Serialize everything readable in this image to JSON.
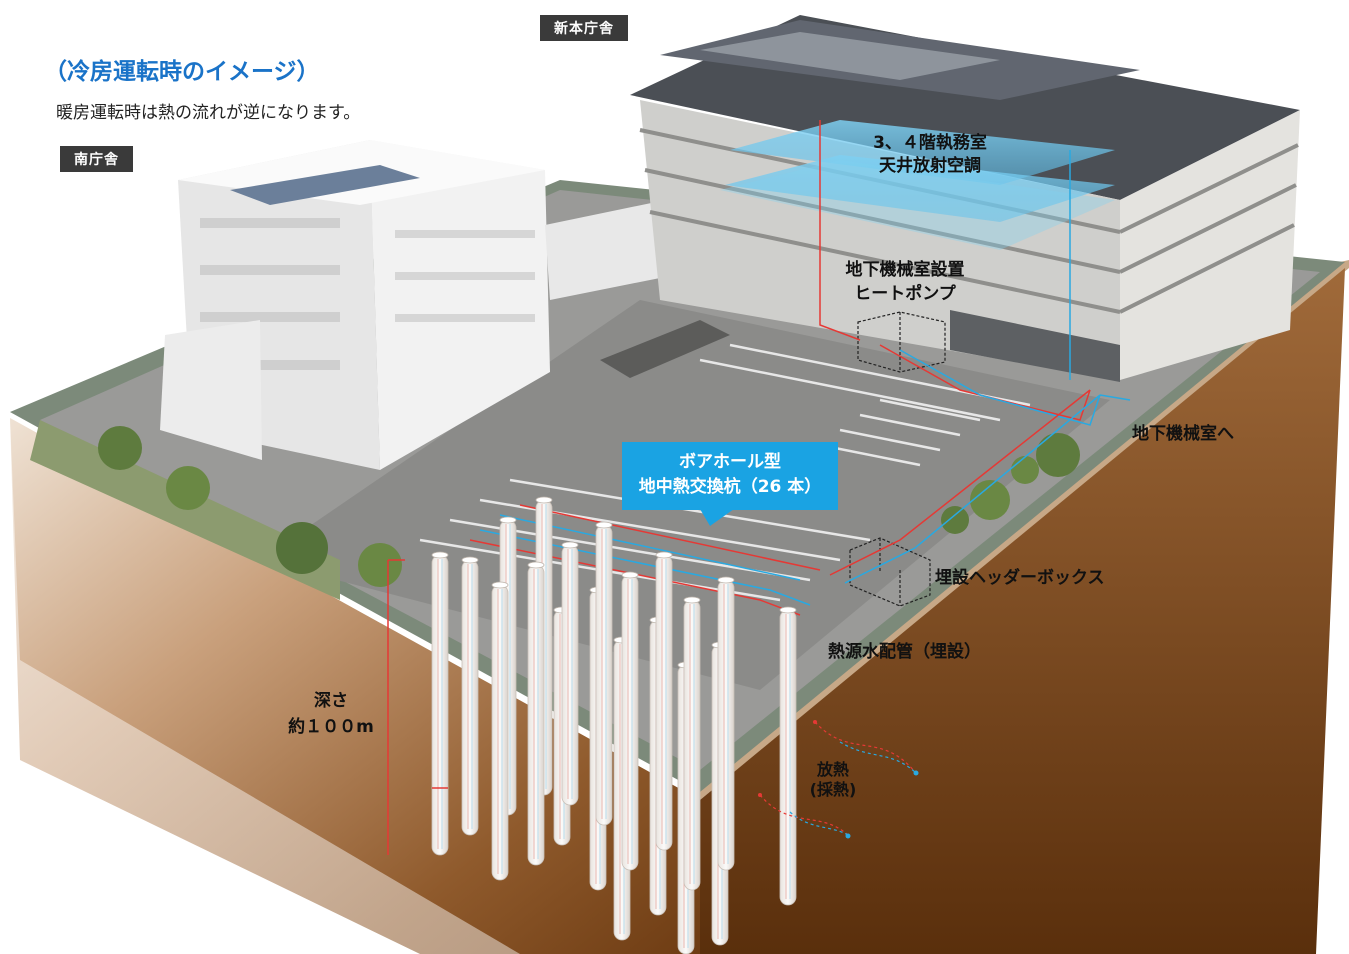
{
  "title": "（冷房運転時のイメージ）",
  "subtitle": "暖房運転時は熱の流れが逆になります。",
  "tags": {
    "south_building": "南庁舎",
    "new_main_building": "新本庁舎"
  },
  "labels": {
    "radiant_line1": "3、４階執務室",
    "radiant_line2": "天井放射空調",
    "heat_pump_line1": "地下機械室設置",
    "heat_pump_line2": "ヒートポンプ",
    "to_machine_room": "地下機械室へ",
    "header_box": "埋設ヘッダーボックス",
    "source_pipe": "熱源水配管（埋設）",
    "depth_line1": "深さ",
    "depth_line2": "約１００m",
    "heat_line1": "放熱",
    "heat_line2": "(採熱)"
  },
  "callout": {
    "line1": "ボアホール型",
    "line2": "地中熱交換杭（26 本）"
  },
  "colors": {
    "title_blue": "#1a73c8",
    "callout_blue": "#1aa3e3",
    "pipe_red": "#e53935",
    "pipe_blue": "#29a9e1",
    "soil_top": "#c9a588",
    "soil_bottom": "#7a4418",
    "tag_bg": "#3a3a3a"
  }
}
